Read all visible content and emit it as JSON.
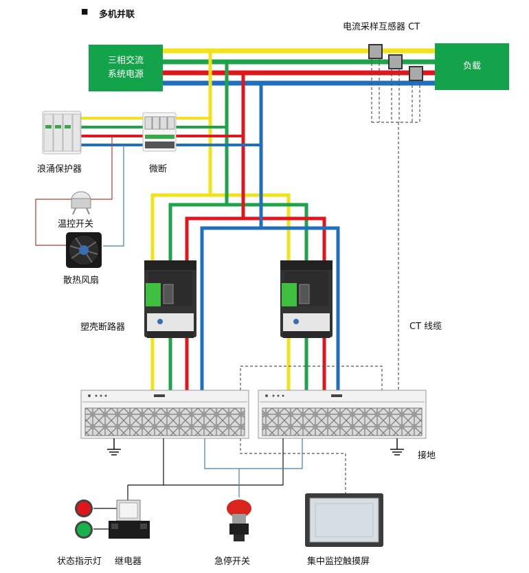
{
  "header": {
    "bullet": "■",
    "title": "多机并联"
  },
  "ct_label": "电流采样互感器 CT",
  "source": {
    "line1": "三相交流",
    "line2": "系统电源"
  },
  "load": "负载",
  "labels": {
    "surge": "浪涌保护器",
    "mcb": "微断",
    "thermostat": "温控开关",
    "fan": "散热风扇",
    "mccb": "塑壳断路器",
    "ct_cable": "CT 线缆",
    "ground": "接地",
    "indicator": "状态指示灯",
    "relay": "继电器",
    "estop": "急停开关",
    "hmi": "集中监控触摸屏"
  },
  "colors": {
    "phase_yellow": "#f2e21a",
    "phase_green": "#1fa34a",
    "phase_red": "#e0161d",
    "neutral_blue": "#1f6fc0",
    "box_green": "#13a34a",
    "signal_black": "#111111",
    "signal_blue": "#3d7fb0",
    "dashed_gray": "#555555",
    "thermo_red": "#b23a2e"
  }
}
